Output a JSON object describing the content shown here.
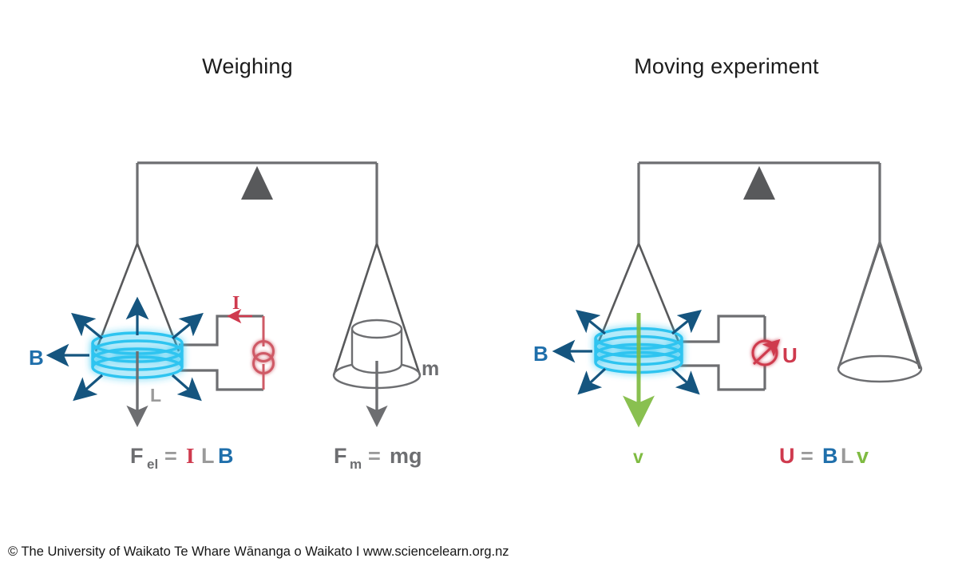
{
  "figure": {
    "kind": "physics-diagram",
    "subject": "current balance / electromagnetic induction comparison",
    "background_color": "#ffffff"
  },
  "panels": [
    {
      "id": "weighing",
      "title": "Weighing",
      "balance": {
        "fulcrum_icon": "triangle-fulcrum-icon",
        "fulcrum_color": "#58595b",
        "beam_color": "#6d6e71"
      },
      "left_pan": {
        "contents": "coil",
        "coil_label": "coil-icon",
        "coil_color": "#29c3ef",
        "coil_glow_color": "#9fe6f8"
      },
      "right_pan": {
        "contents": "cylindrical-mass",
        "mass_label": "m",
        "force_arrow_label": "weight-arrow"
      },
      "field_label": {
        "text": "B",
        "color": "#1f6fab"
      },
      "length_label": {
        "text": "L",
        "color": "#9a9a9a"
      },
      "current_label": {
        "text": "I",
        "color": "#cf3a4e"
      },
      "circuit": {
        "source_icon": "current-source-icon",
        "source_color": "#cf5a66",
        "wire_color": "#6d6e71"
      },
      "formulas": [
        {
          "id": "force-electromagnetic",
          "parts": [
            {
              "text": "F",
              "color": "#6d6e71",
              "style": "bold"
            },
            {
              "text": "el",
              "color": "#6d6e71",
              "style": "subscript"
            },
            {
              "text": " = ",
              "color": "#6d6e71",
              "style": "bold"
            },
            {
              "text": "I",
              "color": "#cf3a4e",
              "style": "bold-serif"
            },
            {
              "text": " L ",
              "color": "#6d6e71",
              "style": "bold"
            },
            {
              "text": "B",
              "color": "#1f6fab",
              "style": "bold"
            }
          ],
          "plain": "Fel = I L B"
        },
        {
          "id": "force-gravity",
          "parts": [
            {
              "text": "F",
              "color": "#6d6e71",
              "style": "bold"
            },
            {
              "text": "m",
              "color": "#6d6e71",
              "style": "subscript"
            },
            {
              "text": " = mg",
              "color": "#6d6e71",
              "style": "bold"
            }
          ],
          "plain": "Fm = mg"
        }
      ]
    },
    {
      "id": "moving-experiment",
      "title": "Moving experiment",
      "balance": {
        "fulcrum_icon": "triangle-fulcrum-icon",
        "fulcrum_color": "#58595b",
        "beam_color": "#6d6e71"
      },
      "left_pan": {
        "contents": "coil",
        "coil_label": "coil-icon",
        "coil_color": "#29c3ef",
        "coil_glow_color": "#9fe6f8"
      },
      "right_pan": {
        "contents": "empty-cone-pan"
      },
      "field_label": {
        "text": "B",
        "color": "#1f6fab"
      },
      "velocity_label": {
        "text": "v",
        "color": "#7fbb42"
      },
      "voltage_label": {
        "text": "U",
        "color": "#cf3a4e"
      },
      "circuit": {
        "meter_icon": "voltmeter-icon",
        "meter_color": "#cf3a4e",
        "wire_color": "#6d6e71"
      },
      "formulas": [
        {
          "id": "induced-voltage",
          "parts": [
            {
              "text": "U",
              "color": "#cf3a4e",
              "style": "bold"
            },
            {
              "text": " = ",
              "color": "#9a9a9a",
              "style": "bold"
            },
            {
              "text": "B",
              "color": "#1f6fab",
              "style": "bold"
            },
            {
              "text": " L ",
              "color": "#9a9a9a",
              "style": "bold"
            },
            {
              "text": "v",
              "color": "#7fbb42",
              "style": "bold"
            }
          ],
          "plain": "U = B L v"
        }
      ]
    }
  ],
  "credit": {
    "text": "© The University of Waikato Te Whare Wānanga o Waikato I www.sciencelearn.org.nz"
  },
  "colors": {
    "field_blue": "#1f6fab",
    "arrow_navy": "#15557f",
    "coil_cyan": "#29c3ef",
    "red": "#cf3a4e",
    "green": "#7fbb42",
    "gray": "#6d6e71",
    "light_gray": "#9a9a9a"
  }
}
